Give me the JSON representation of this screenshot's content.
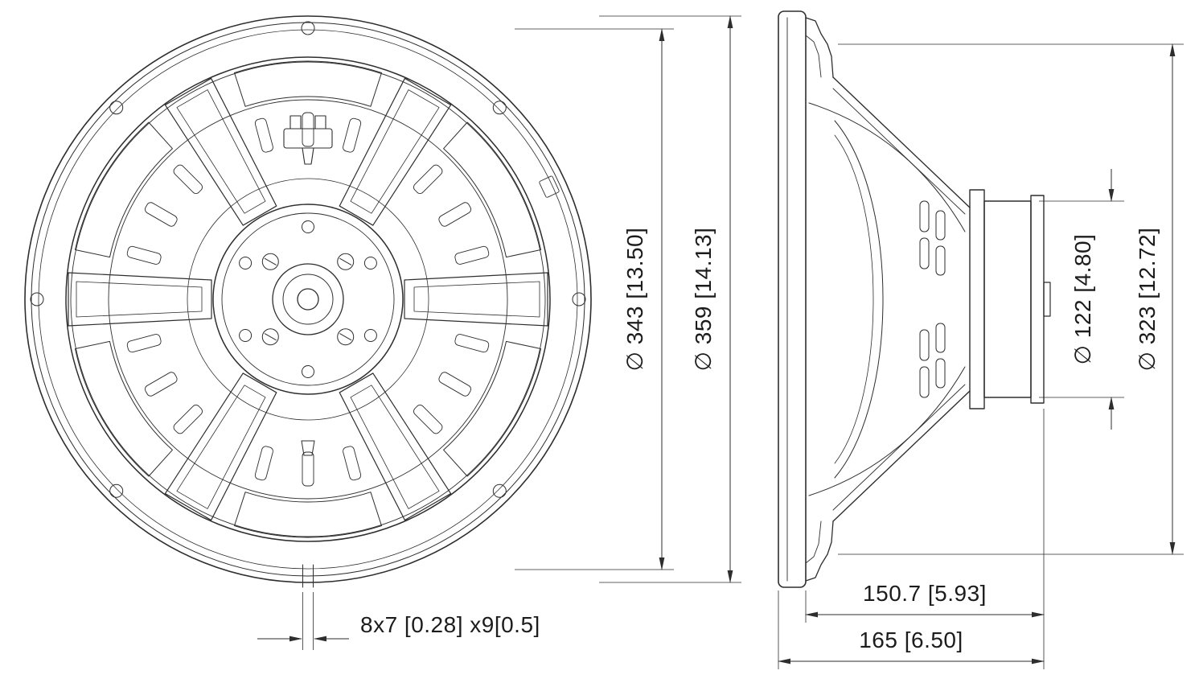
{
  "style": {
    "ink": "#2e2e2e",
    "background": "#ffffff"
  },
  "dimensions": {
    "bolt_circle": "∅ 343 [13.50]",
    "overall_diameter": "∅ 359 [14.13]",
    "magnet_diameter": "∅ 122 [4.80]",
    "basket_diameter": "∅ 323 [12.72]",
    "depth_behind_flange": "150.7 [5.93]",
    "overall_depth": "165 [6.50]",
    "mounting_slot": "8x7 [0.28] x9[0.5]"
  }
}
